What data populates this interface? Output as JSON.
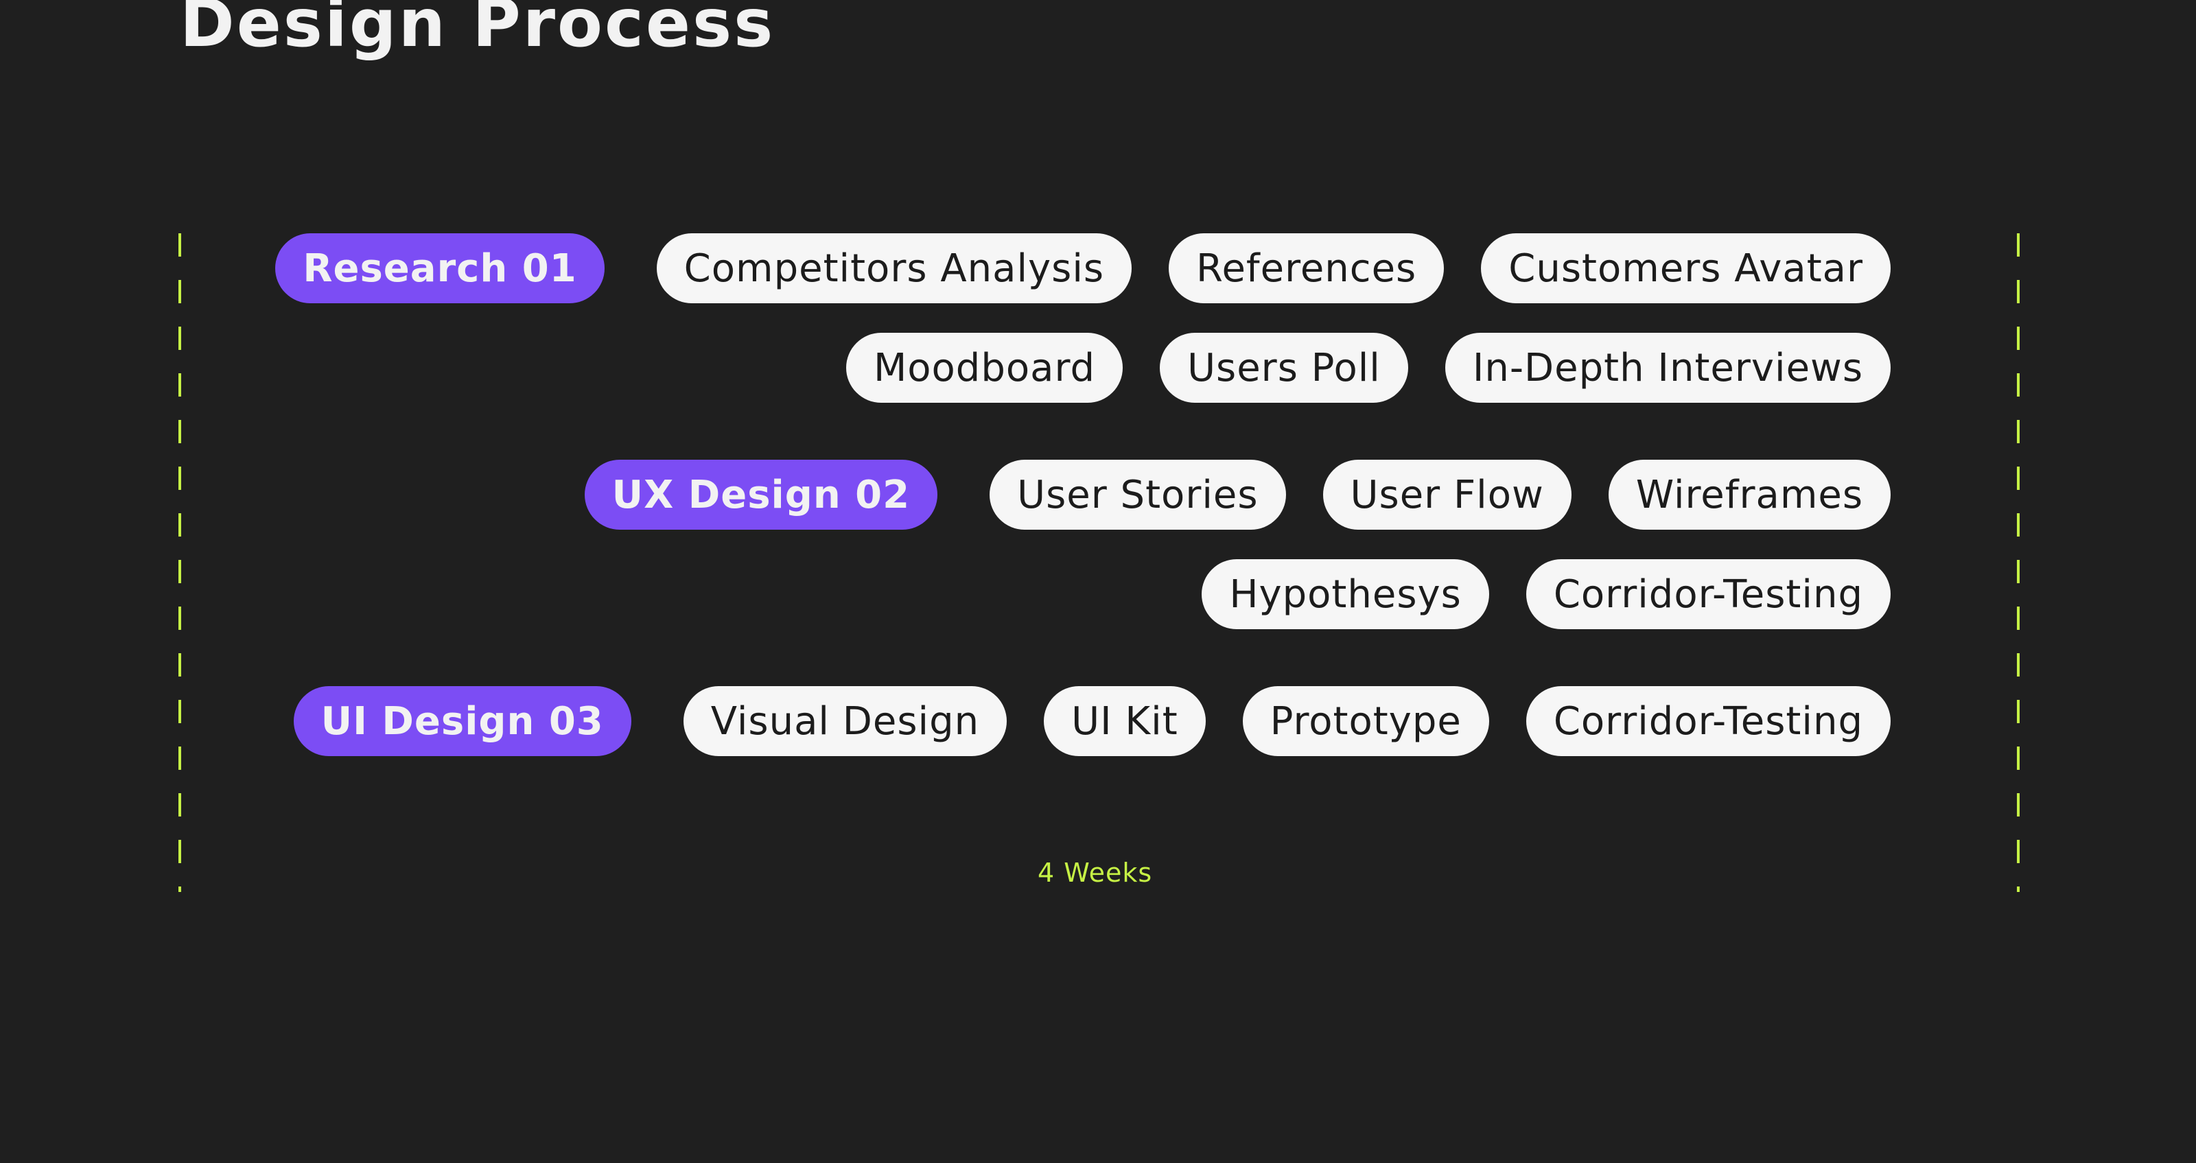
{
  "title": "Design Process",
  "colors": {
    "background": "#1f1f1f",
    "phase_pill": "#7c4df4",
    "tag_pill": "#f6f6f6",
    "accent": "#c6f245"
  },
  "phases": [
    {
      "label": "Research 01",
      "rows": [
        [
          "Competitors Analysis",
          "References",
          "Customers Avatar"
        ],
        [
          "Moodboard",
          "Users Poll",
          "In-Depth Interviews"
        ]
      ]
    },
    {
      "label": "UX Design 02",
      "rows": [
        [
          "User Stories",
          "User Flow",
          "Wireframes"
        ],
        [
          "Hypothesys",
          "Corridor-Testing"
        ]
      ]
    },
    {
      "label": "UI Design 03",
      "rows": [
        [
          "Visual Design",
          "UI Kit",
          "Prototype",
          "Corridor-Testing"
        ]
      ]
    }
  ],
  "duration": "4 Weeks"
}
